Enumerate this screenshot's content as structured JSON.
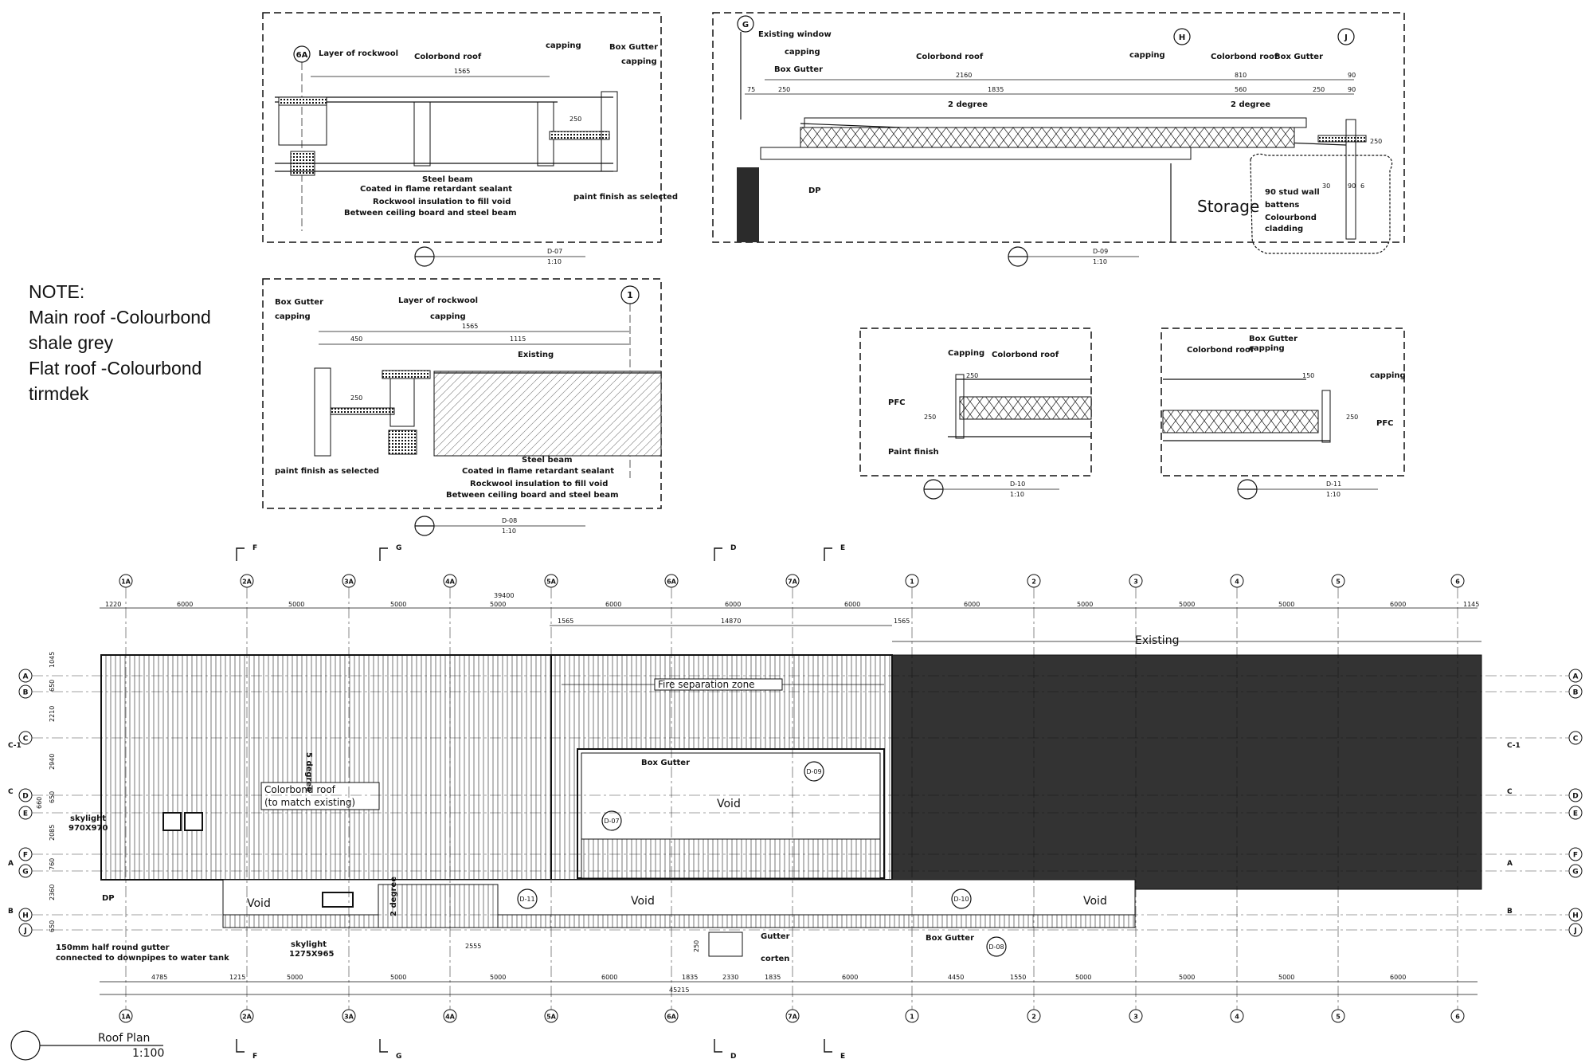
{
  "note": {
    "title": "NOTE:",
    "lines": [
      "Main roof -Colourbond",
      "shale grey",
      "Flat roof -Colourbond",
      "tirmdek"
    ]
  },
  "details": {
    "d07": {
      "title": "D-07",
      "scale": "1:10",
      "grid": "6A",
      "labels": [
        "Layer of rockwool",
        "Colorbond roof",
        "capping",
        "Box Gutter",
        "capping",
        "Steel beam",
        "Coated in flame retardant sealant",
        "Rockwool insulation to fill void",
        "Between ceiling board and steel beam",
        "paint finish as selected"
      ],
      "dims": [
        "1565",
        "250"
      ]
    },
    "d08": {
      "title": "D-08",
      "scale": "1:10",
      "grid": "1",
      "labels": [
        "Box Gutter",
        "capping",
        "Layer of rockwool",
        "capping",
        "Existing",
        "Steel beam",
        "Coated in flame retardant sealant",
        "Rockwool insulation to fill void",
        "Between ceiling board and steel beam",
        "paint finish as selected"
      ],
      "dims": [
        "450",
        "1565",
        "1115",
        "250"
      ]
    },
    "d09": {
      "title": "D-09",
      "scale": "1:10",
      "grids": [
        "G",
        "H",
        "J"
      ],
      "labels": [
        "Existing window",
        "capping",
        "Box Gutter",
        "Colorbond roof",
        "capping",
        "Colorbond roof",
        "Box Gutter",
        "2 degree",
        "2 degree",
        "DP",
        "Storage",
        "90 stud wall",
        "battens",
        "Colourbond",
        "cladding"
      ],
      "dims": [
        "2160",
        "810",
        "90",
        "75",
        "250",
        "1835",
        "560",
        "250",
        "90",
        "250",
        "90",
        "6",
        "30"
      ]
    },
    "d10": {
      "title": "D-10",
      "scale": "1:10",
      "labels": [
        "Capping",
        "Colorbond roof",
        "PFC",
        "Paint finish"
      ],
      "dims": [
        "250",
        "250"
      ]
    },
    "d11": {
      "title": "D-11",
      "scale": "1:10",
      "labels": [
        "Box Gutter",
        "Colorbond roof",
        "capping",
        "capping",
        "PFC"
      ],
      "dims": [
        "150",
        "250"
      ]
    }
  },
  "plan": {
    "title": "Roof Plan",
    "scale": "1:100",
    "top_grids": [
      "1A",
      "2A",
      "3A",
      "4A",
      "5A",
      "6A",
      "7A",
      "1",
      "2",
      "3",
      "4",
      "5",
      "6"
    ],
    "section_marks_top": [
      "F",
      "G",
      "D",
      "E"
    ],
    "section_marks_bottom": [
      "F",
      "G",
      "D",
      "E"
    ],
    "side_grids": [
      "A",
      "B",
      "C",
      "D",
      "E",
      "F",
      "G",
      "H",
      "J"
    ],
    "side_section_left": [
      "C-1",
      "C",
      "A",
      "B"
    ],
    "side_section_right": [
      "C-1",
      "C",
      "A",
      "B"
    ],
    "top_dims_row1": [
      "1220",
      "6000",
      "5000",
      "5000",
      "5000",
      "6000",
      "6000",
      "6000",
      "6000",
      "5000",
      "5000",
      "5000",
      "6000",
      "1145"
    ],
    "overall_top": "39400",
    "top_dims_row2": [
      "1565",
      "14870",
      "1565"
    ],
    "bottom_dims": [
      "4785",
      "1215",
      "5000",
      "5000",
      "5000",
      "6000",
      "1835",
      "2330",
      "1835",
      "6000",
      "4450",
      "1550",
      "5000",
      "5000",
      "5000",
      "6000"
    ],
    "overall_bottom": "45215",
    "side_dims": [
      "1045",
      "650",
      "2210",
      "2940",
      "650",
      "660",
      "2085",
      "760",
      "2360",
      "650"
    ],
    "labels": {
      "existing": "Existing",
      "fire_zone": "Fire separation zone",
      "box_gutter": "Box Gutter",
      "void": "Void",
      "void2": "Void",
      "void3": "Void",
      "void4": "Void",
      "colorbond1": "Colorbond roof",
      "colorbond2": "(to match existing)",
      "slope": "5 degree",
      "slope2": "2 degree",
      "skylight1": "skylight",
      "skylight1_size": "970X970",
      "skylight2": "skylight",
      "skylight2_size": "1275X965",
      "gutter_note1": "150mm half round gutter",
      "gutter_note2": "connected to downpipes to water tank",
      "dp": "DP",
      "gutter": "Gutter",
      "corten": "corten",
      "box_gutter2": "Box Gutter",
      "dim_2555": "2555",
      "dim_250": "250"
    },
    "detail_tags": [
      "D-09",
      "D-07",
      "D-11",
      "D-10",
      "D-08"
    ]
  }
}
